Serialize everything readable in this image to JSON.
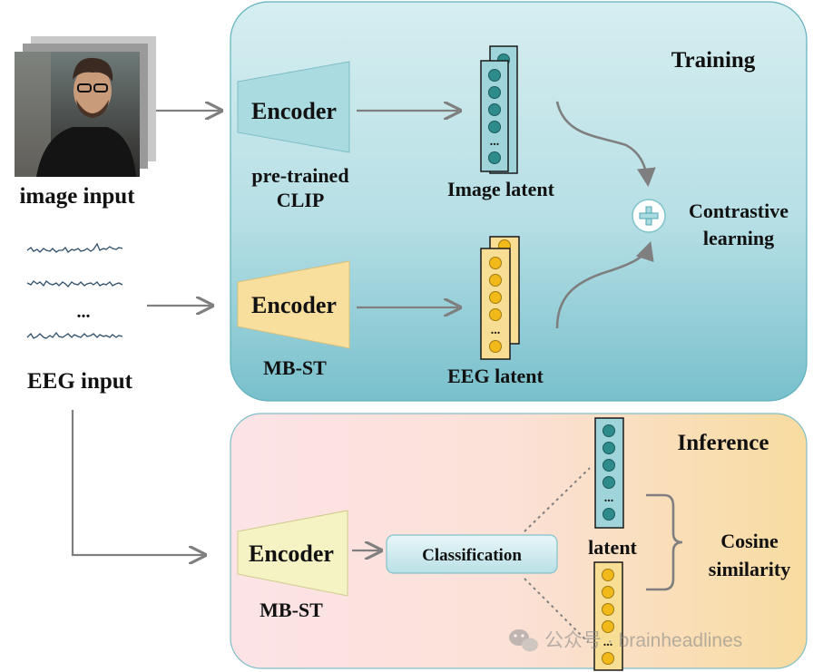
{
  "inputs": {
    "image_label": "image input",
    "eeg_label": "EEG input",
    "eeg_ellipsis": "..."
  },
  "training": {
    "title": "Training",
    "image_encoder_label": "Encoder",
    "image_encoder_caption_line1": "pre-trained",
    "image_encoder_caption_line2": "CLIP",
    "eeg_encoder_label": "Encoder",
    "eeg_encoder_caption": "MB-ST",
    "image_latent_label": "Image latent",
    "eeg_latent_label": "EEG latent",
    "contrastive_line1": "Contrastive",
    "contrastive_line2": "learning",
    "latent_ellipsis": "..."
  },
  "inference": {
    "title": "Inference",
    "encoder_label": "Encoder",
    "encoder_caption": "MB-ST",
    "classification_label": "Classification",
    "latent_label": "latent",
    "cosine_line1": "Cosine",
    "cosine_line2": "similarity",
    "latent_ellipsis": "..."
  },
  "watermark": {
    "text": "公众号 · brainheadlines"
  },
  "colors": {
    "training_panel_top": "#cfe9ec",
    "training_panel_bottom": "#7ec3cf",
    "inference_panel_left": "#fbe3e3",
    "inference_panel_right": "#f9dfa6",
    "clip_encoder": "#a9dbe0",
    "eeg_encoder": "#f8df9e",
    "inference_encoder": "#f5f3c4",
    "image_latent_fill": "#9fd4db",
    "image_latent_dot": "#2e8b8c",
    "eeg_latent_fill": "#f8dd95",
    "eeg_latent_dot": "#f2b91a",
    "arrow": "#7f7f7f",
    "eeg_signal": "#2f4f6b"
  },
  "icons": {
    "plus": "plus-circle-icon",
    "watermark": "wechat-icon"
  }
}
